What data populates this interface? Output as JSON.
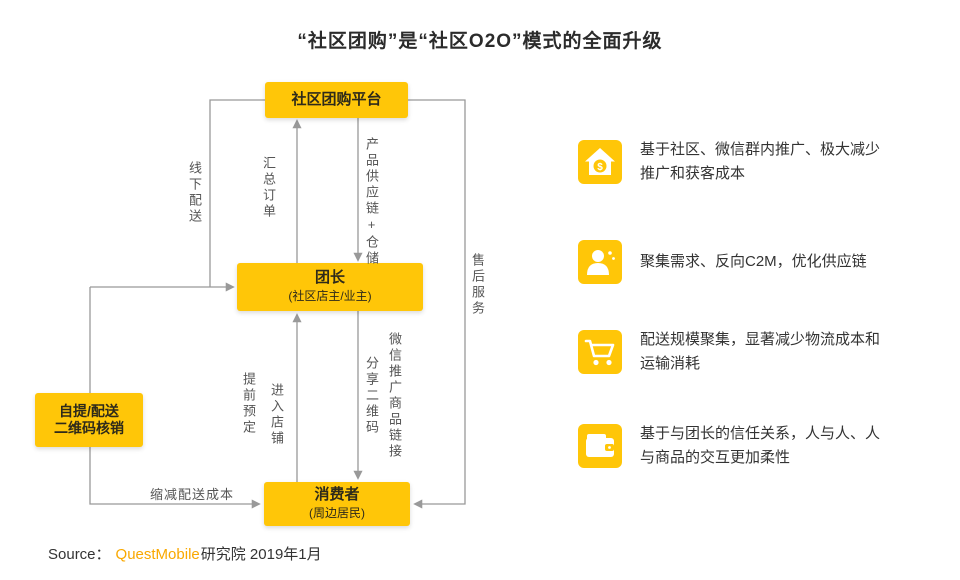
{
  "title": "“社区团购”是“社区O2O”模式的全面升级",
  "colors": {
    "accent_yellow": "#FFC608",
    "line_gray": "#999999",
    "brand_orange": "#F9A800"
  },
  "flowchart": {
    "nodes": {
      "platform": {
        "label": "社区团购平台"
      },
      "leader": {
        "label": "团长",
        "sub": "(社区店主/业主)"
      },
      "consumer": {
        "label": "消费者",
        "sub": "(周边居民)"
      },
      "pickup": {
        "line1": "自提/配送",
        "line2": "二维码核销"
      }
    },
    "edges": {
      "offline_delivery": "线下配送",
      "aggregate_orders": "汇总订单",
      "product_supply": "产品供应链+仓储",
      "after_sales": "售后服务",
      "pre_order": "提前预定",
      "enter_shop": "进入店铺",
      "share_qr": "分享二维码",
      "wechat_promote": "微信推广商品链接",
      "reduce_cost": "缩减配送成本"
    }
  },
  "benefits": [
    {
      "icon": "home-dollar-icon",
      "lines": [
        "基于社区、微信群内推广、极大减少",
        "推广和获客成本"
      ]
    },
    {
      "icon": "user-icon",
      "lines": [
        "聚集需求、反向C2M，优化供应链"
      ]
    },
    {
      "icon": "cart-icon",
      "lines": [
        "配送规模聚集，显著减少物流成本和",
        "运输消耗"
      ]
    },
    {
      "icon": "wallet-icon",
      "lines": [
        "基于与团长的信任关系，人与人、人",
        "与商品的交互更加柔性"
      ]
    }
  ],
  "source": {
    "prefix": "Source：",
    "brand": "QuestMobile",
    "suffix": "研究院 2019年1月"
  }
}
